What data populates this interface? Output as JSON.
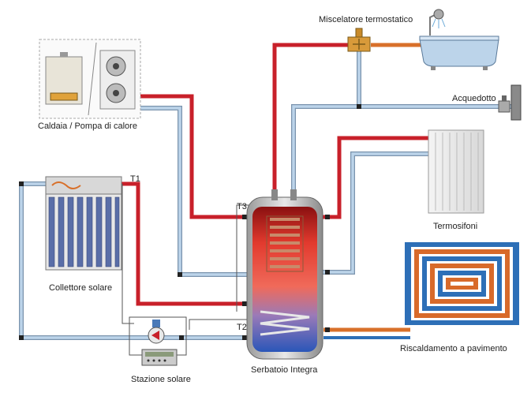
{
  "labels": {
    "mixer": "Miscelatore termostatico",
    "mains": "Acquedotto",
    "boiler": "Caldaia / Pompa di calore",
    "radiators": "Termosifoni",
    "t1": "T1",
    "t3": "T3",
    "t2": "T2",
    "collector": "Collettore solare",
    "floor_heating": "Riscaldamento a pavimento",
    "station": "Stazione solare",
    "tank": "Serbatoio Integra"
  },
  "colors": {
    "hot_pipe": "#c8202a",
    "cold_pipe": "#9fbfdc",
    "warm_pipe": "#d8702a",
    "pipe_outline": "#7a93ad",
    "tank_hot": "#e23a2e",
    "tank_cold": "#3a66c8",
    "coil": "#c88a6a",
    "floor_blue": "#2d6fb7",
    "floor_orange": "#d86a2a"
  },
  "icons": [
    "shower-icon",
    "bathtub-icon",
    "tap-icon",
    "boiler-unit-icon",
    "heat-pump-icon",
    "radiator-icon",
    "solar-collector-icon",
    "pump-icon",
    "controller-icon",
    "valve-icon"
  ]
}
